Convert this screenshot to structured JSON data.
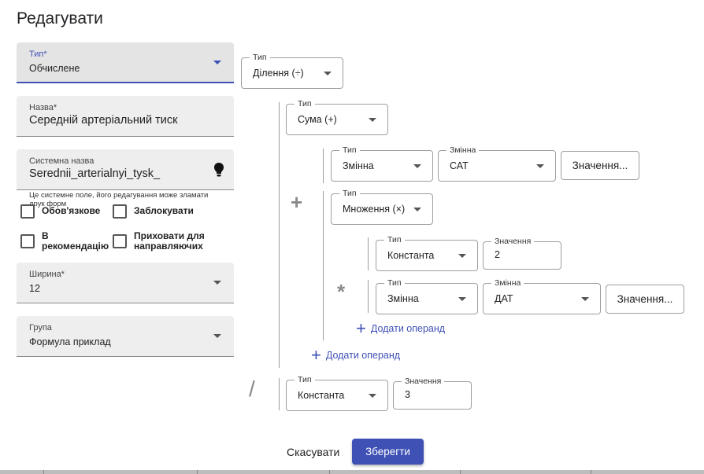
{
  "dialog": {
    "title": "Редагувати"
  },
  "left": {
    "type_field": {
      "label": "Тип*",
      "value": "Обчислене"
    },
    "name_field": {
      "label": "Назва*",
      "value": "Середній артеріальний тиск"
    },
    "system_name_field": {
      "label": "Системна назва",
      "value": "Serednii_arterialnyi_tysk_",
      "hint": "Це системне поле, його редагування може зламати друк форм"
    },
    "checkboxes": {
      "required": "Обов'язкове",
      "locked": "Заблокувати",
      "recommend": "В рекомендацію",
      "hide": "Приховати для направляючих"
    },
    "width_field": {
      "label": "Ширина*",
      "value": "12"
    },
    "group_field": {
      "label": "Група",
      "value": "Формула приклад"
    }
  },
  "formula": {
    "root_type": {
      "label": "Тип",
      "value": "Ділення (÷)"
    },
    "operators": {
      "plus": "+",
      "times": "*",
      "divide": "/"
    },
    "sum_type": {
      "label": "Тип",
      "value": "Сума (+)"
    },
    "operand_variable_1": {
      "type_label": "Тип",
      "type_value": "Змінна",
      "var_label": "Змінна",
      "var_value": "САТ",
      "values_button": "Значення..."
    },
    "multiply_type": {
      "label": "Тип",
      "value": "Множення (×)"
    },
    "operand_constant_1": {
      "type_label": "Тип",
      "type_value": "Константа",
      "value_label": "Значення",
      "value": "2"
    },
    "operand_variable_2": {
      "type_label": "Тип",
      "type_value": "Змінна",
      "var_label": "Змінна",
      "var_value": "ДАТ",
      "values_button": "Значення..."
    },
    "add_operand_inner": "Додати операнд",
    "add_operand_outer": "Додати операнд",
    "operand_constant_2": {
      "type_label": "Тип",
      "type_value": "Константа",
      "value_label": "Значення",
      "value": "3"
    }
  },
  "actions": {
    "cancel": "Скасувати",
    "save": "Зберегти"
  },
  "colors": {
    "primary": "#3f51b5"
  }
}
